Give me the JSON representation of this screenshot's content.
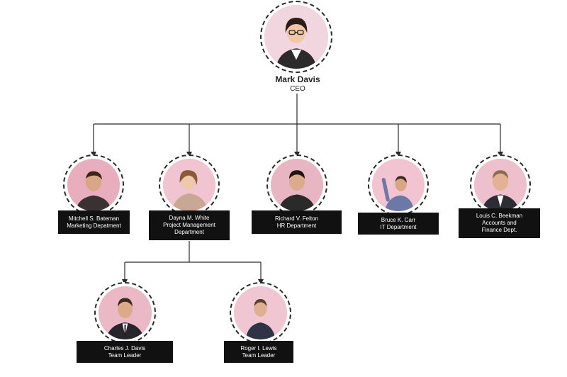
{
  "ceo": {
    "name": "Mark Davis",
    "title": "CEO"
  },
  "departments": [
    {
      "lines": [
        "Mitchell S. Bateman",
        "Marketing Depatment"
      ]
    },
    {
      "lines": [
        "Dayna M. White",
        "Project Management",
        "Department"
      ]
    },
    {
      "lines": [
        "Richard V. Felton",
        "HR Department"
      ]
    },
    {
      "lines": [
        "Bruce K. Carr",
        "IT Department"
      ]
    },
    {
      "lines": [
        "Louis C. Beekman",
        "Accounts and",
        "Finance Dept."
      ]
    }
  ],
  "team_leaders": [
    {
      "lines": [
        "Charles J. Davis",
        "Team Leader"
      ]
    },
    {
      "lines": [
        "Roger I. Lewis",
        "Team Leader"
      ]
    }
  ],
  "colors": {
    "photo_tint": "#f4cbd8",
    "label_bg": "#111111",
    "line": "#2a2a2a"
  }
}
